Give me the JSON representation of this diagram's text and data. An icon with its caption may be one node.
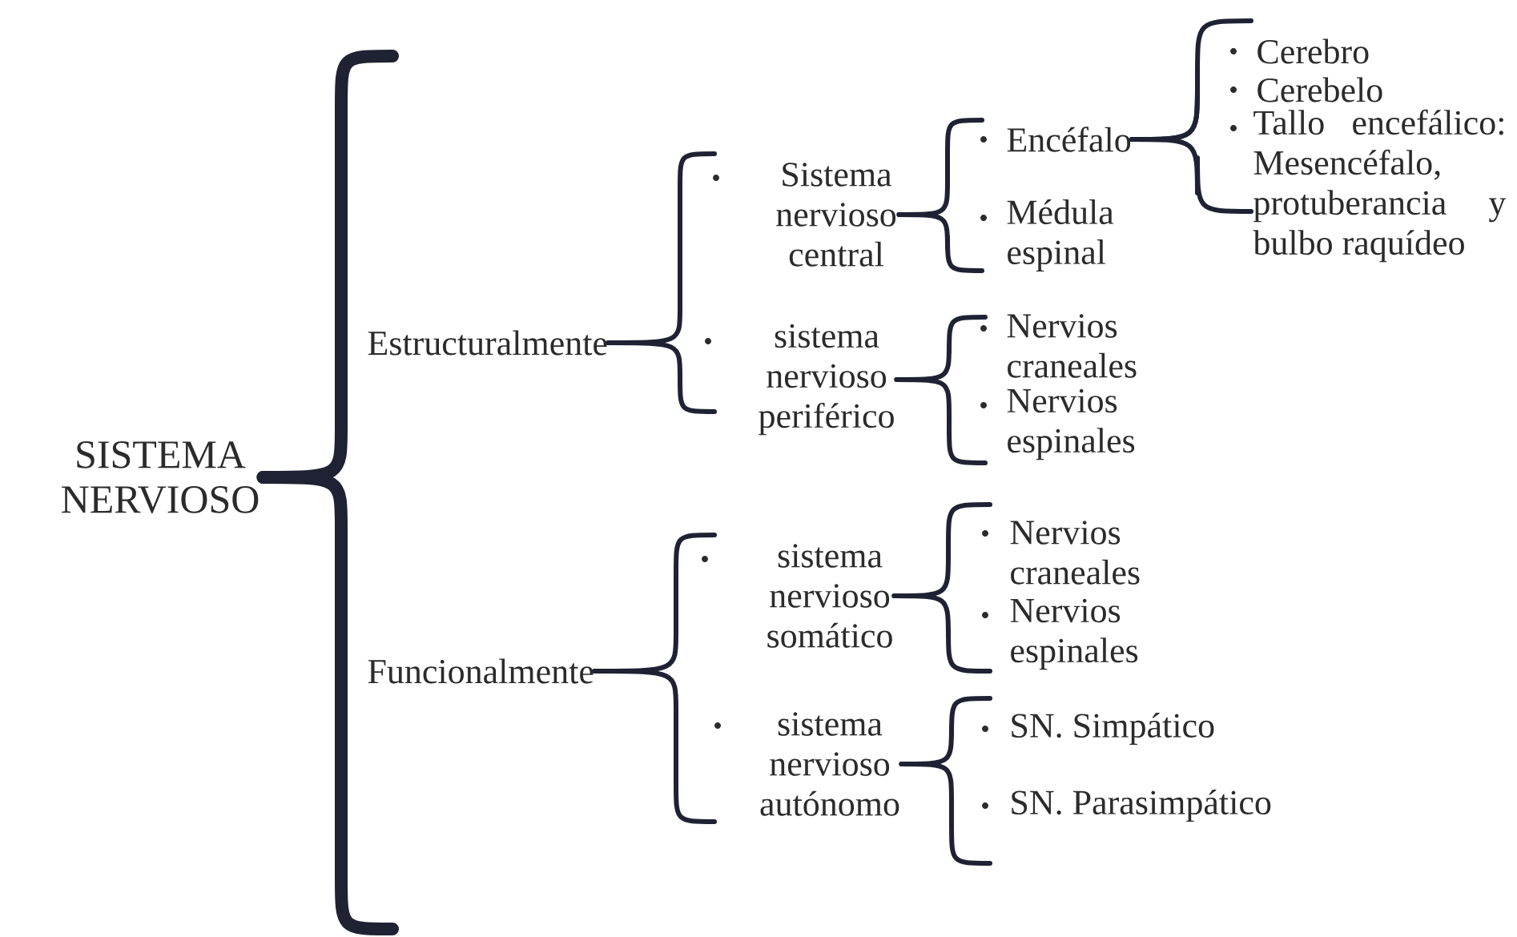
{
  "diagram": {
    "nodes": [
      {
        "text": [
          "SISTEMA NERVIOSO"
        ]
      },
      {
        "text": [
          "Estructuralmente"
        ]
      },
      {
        "text": [
          "Funcionalmente"
        ]
      },
      {
        "text": [
          "Sistema nervioso central"
        ]
      },
      {
        "text": [
          "sistema nervioso periférico"
        ]
      },
      {
        "text": [
          "sistema nervioso somático"
        ]
      },
      {
        "text": [
          "sistema nervioso autónomo"
        ]
      },
      {
        "text": [
          "Encéfalo"
        ]
      },
      {
        "text": [
          "Médula espinal"
        ]
      },
      {
        "text": [
          "Nervios craneales"
        ]
      },
      {
        "text": [
          "Nervios espinales"
        ]
      },
      {
        "text": [
          "Cerebro"
        ]
      },
      {
        "text": [
          "Cerebelo"
        ]
      },
      {
        "text": [
          "Tallo encefálico: Mesencéfalo, protuberancia y bulbo raquídeo"
        ]
      },
      {
        "text": [
          "Nervios craneales"
        ]
      },
      {
        "text": [
          "Nervios espinales"
        ]
      },
      {
        "text": [
          "SN. Simpático"
        ]
      },
      {
        "text": [
          "SN. Parasimpático"
        ]
      }
    ],
    "edges": [
      {
        "from": 0,
        "to": 1,
        "arrow": "none",
        "style": "thick"
      },
      {
        "from": 0,
        "to": 2,
        "arrow": "none",
        "style": "thick"
      },
      {
        "from": 1,
        "to": 3,
        "arrow": "none"
      },
      {
        "from": 1,
        "to": 4,
        "arrow": "none"
      },
      {
        "from": 3,
        "to": 7,
        "arrow": "none"
      },
      {
        "from": 3,
        "to": 8,
        "arrow": "none"
      },
      {
        "from": 7,
        "to": 11,
        "arrow": "none"
      },
      {
        "from": 7,
        "to": 12,
        "arrow": "none"
      },
      {
        "from": 7,
        "to": 13,
        "arrow": "none"
      },
      {
        "from": 4,
        "to": 9,
        "arrow": "none"
      },
      {
        "from": 4,
        "to": 10,
        "arrow": "none"
      },
      {
        "from": 2,
        "to": 5,
        "arrow": "none"
      },
      {
        "from": 2,
        "to": 6,
        "arrow": "none"
      },
      {
        "from": 5,
        "to": 14,
        "arrow": "none"
      },
      {
        "from": 5,
        "to": 15,
        "arrow": "none"
      },
      {
        "from": 6,
        "to": 16,
        "arrow": "none"
      },
      {
        "from": 6,
        "to": 17,
        "arrow": "none"
      }
    ]
  }
}
